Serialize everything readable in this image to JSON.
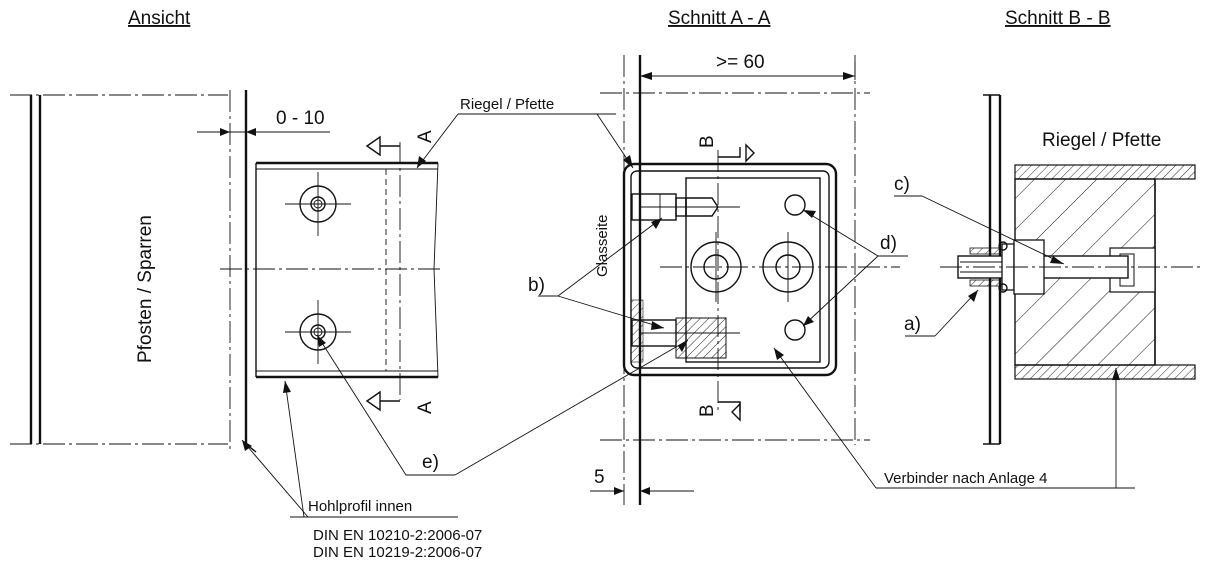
{
  "titles": {
    "view": "Ansicht",
    "section_aa": "Schnitt A - A",
    "section_bb": "Schnitt B - B"
  },
  "dimensions": {
    "gap": "0 - 10",
    "min_width": ">= 60",
    "offset": "5"
  },
  "labels": {
    "post": "Pfosten / Sparren",
    "beam_aa": "Riegel / Pfette",
    "beam_bb": "Riegel / Pfette",
    "glass_side": "Glasseite",
    "a": "a)",
    "b": "b)",
    "c": "c)",
    "d": "d)",
    "e": "e)",
    "connector": "Verbinder nach Anlage 4",
    "hollow_profile": "Hohlprofil innen",
    "norm_1": "DIN EN 10210-2:2006-07",
    "norm_2": "DIN EN 10219-2:2006-07"
  },
  "section_markers": {
    "a_top": "A",
    "a_bottom": "A",
    "b_top": "B",
    "b_bottom": "B"
  }
}
